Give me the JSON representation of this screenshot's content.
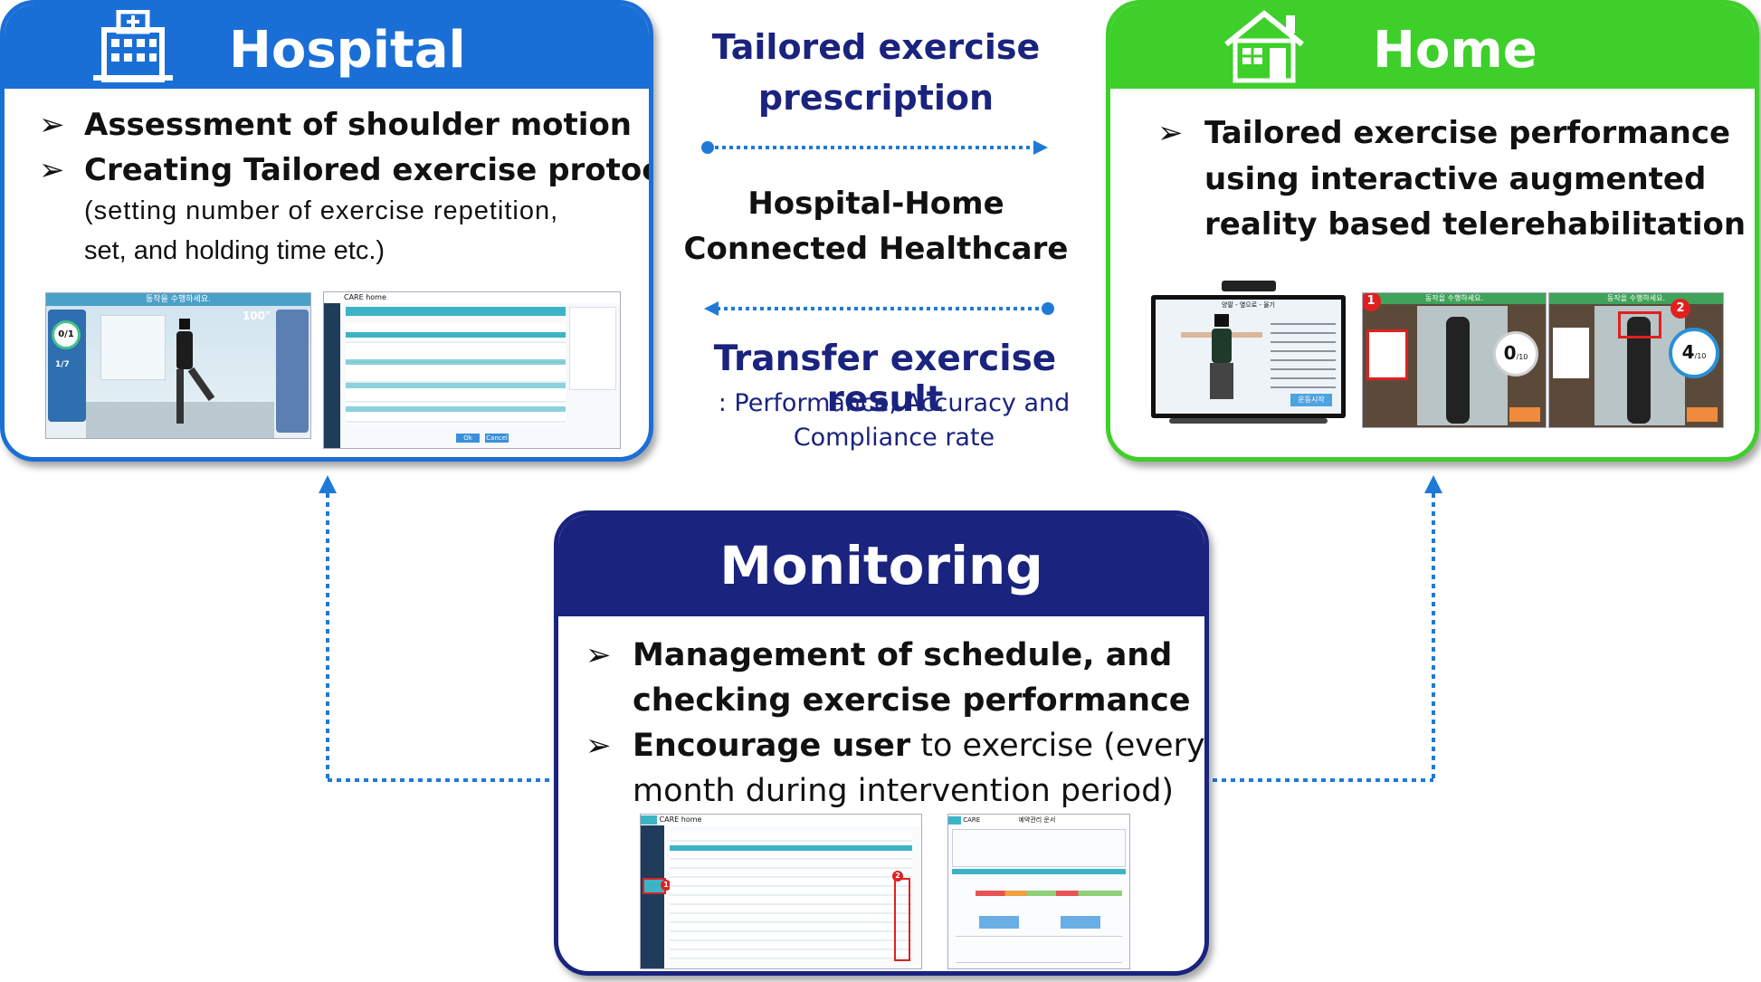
{
  "hospital": {
    "title": "Hospital",
    "bullet1": "Assessment of shoulder motion",
    "bullet2": "Creating Tailored exercise protocol",
    "detail1": "(setting number of exercise repetition,",
    "detail2": "set, and holding time etc.)",
    "shot1": {
      "banner": "동작을 수행하세요.",
      "counter": "0/1",
      "set": "1/7",
      "angle": "100°"
    },
    "shot2": {
      "app": "CARE home",
      "buttons": [
        "Ok",
        "Cancel"
      ]
    },
    "color": "#1a6fd6"
  },
  "home": {
    "title": "Home",
    "line1": "Tailored exercise performance",
    "line2": "using interactive augmented",
    "line3": "reality based telerehabilitation",
    "tv": {
      "header": "양팔 - 옆으로 - 올기",
      "button": "운동시작"
    },
    "shot1": {
      "banner": "동작을 수행하세요.",
      "score": "0",
      "unit": "/10",
      "badge": "1"
    },
    "shot2": {
      "banner": "동작을 수행하세요.",
      "score": "4",
      "unit": "/10",
      "badge": "2"
    },
    "color": "#3ecf2a"
  },
  "center": {
    "prescription1": "Tailored exercise",
    "prescription2": "prescription",
    "connected1": "Hospital-Home",
    "connected2": "Connected Healthcare",
    "transfer": "Transfer exercise result",
    "transfer_sub1": ": Performance, Accuracy and",
    "transfer_sub2": "Compliance rate",
    "accent": "#1a237e"
  },
  "monitoring": {
    "title": "Monitoring",
    "bullet1_line1": "Management of schedule, and",
    "bullet1_line2": "checking exercise performance",
    "bullet2_bold": "Encourage user",
    "bullet2_rest": " to exercise (every",
    "bullet2_line2": "month during intervention period)",
    "shot1": {
      "app": "CARE home",
      "badge1": "1",
      "badge2": "2"
    },
    "shot2": {
      "app": "CARE",
      "title": "예약관리 운서"
    },
    "color": "#1a237e"
  }
}
